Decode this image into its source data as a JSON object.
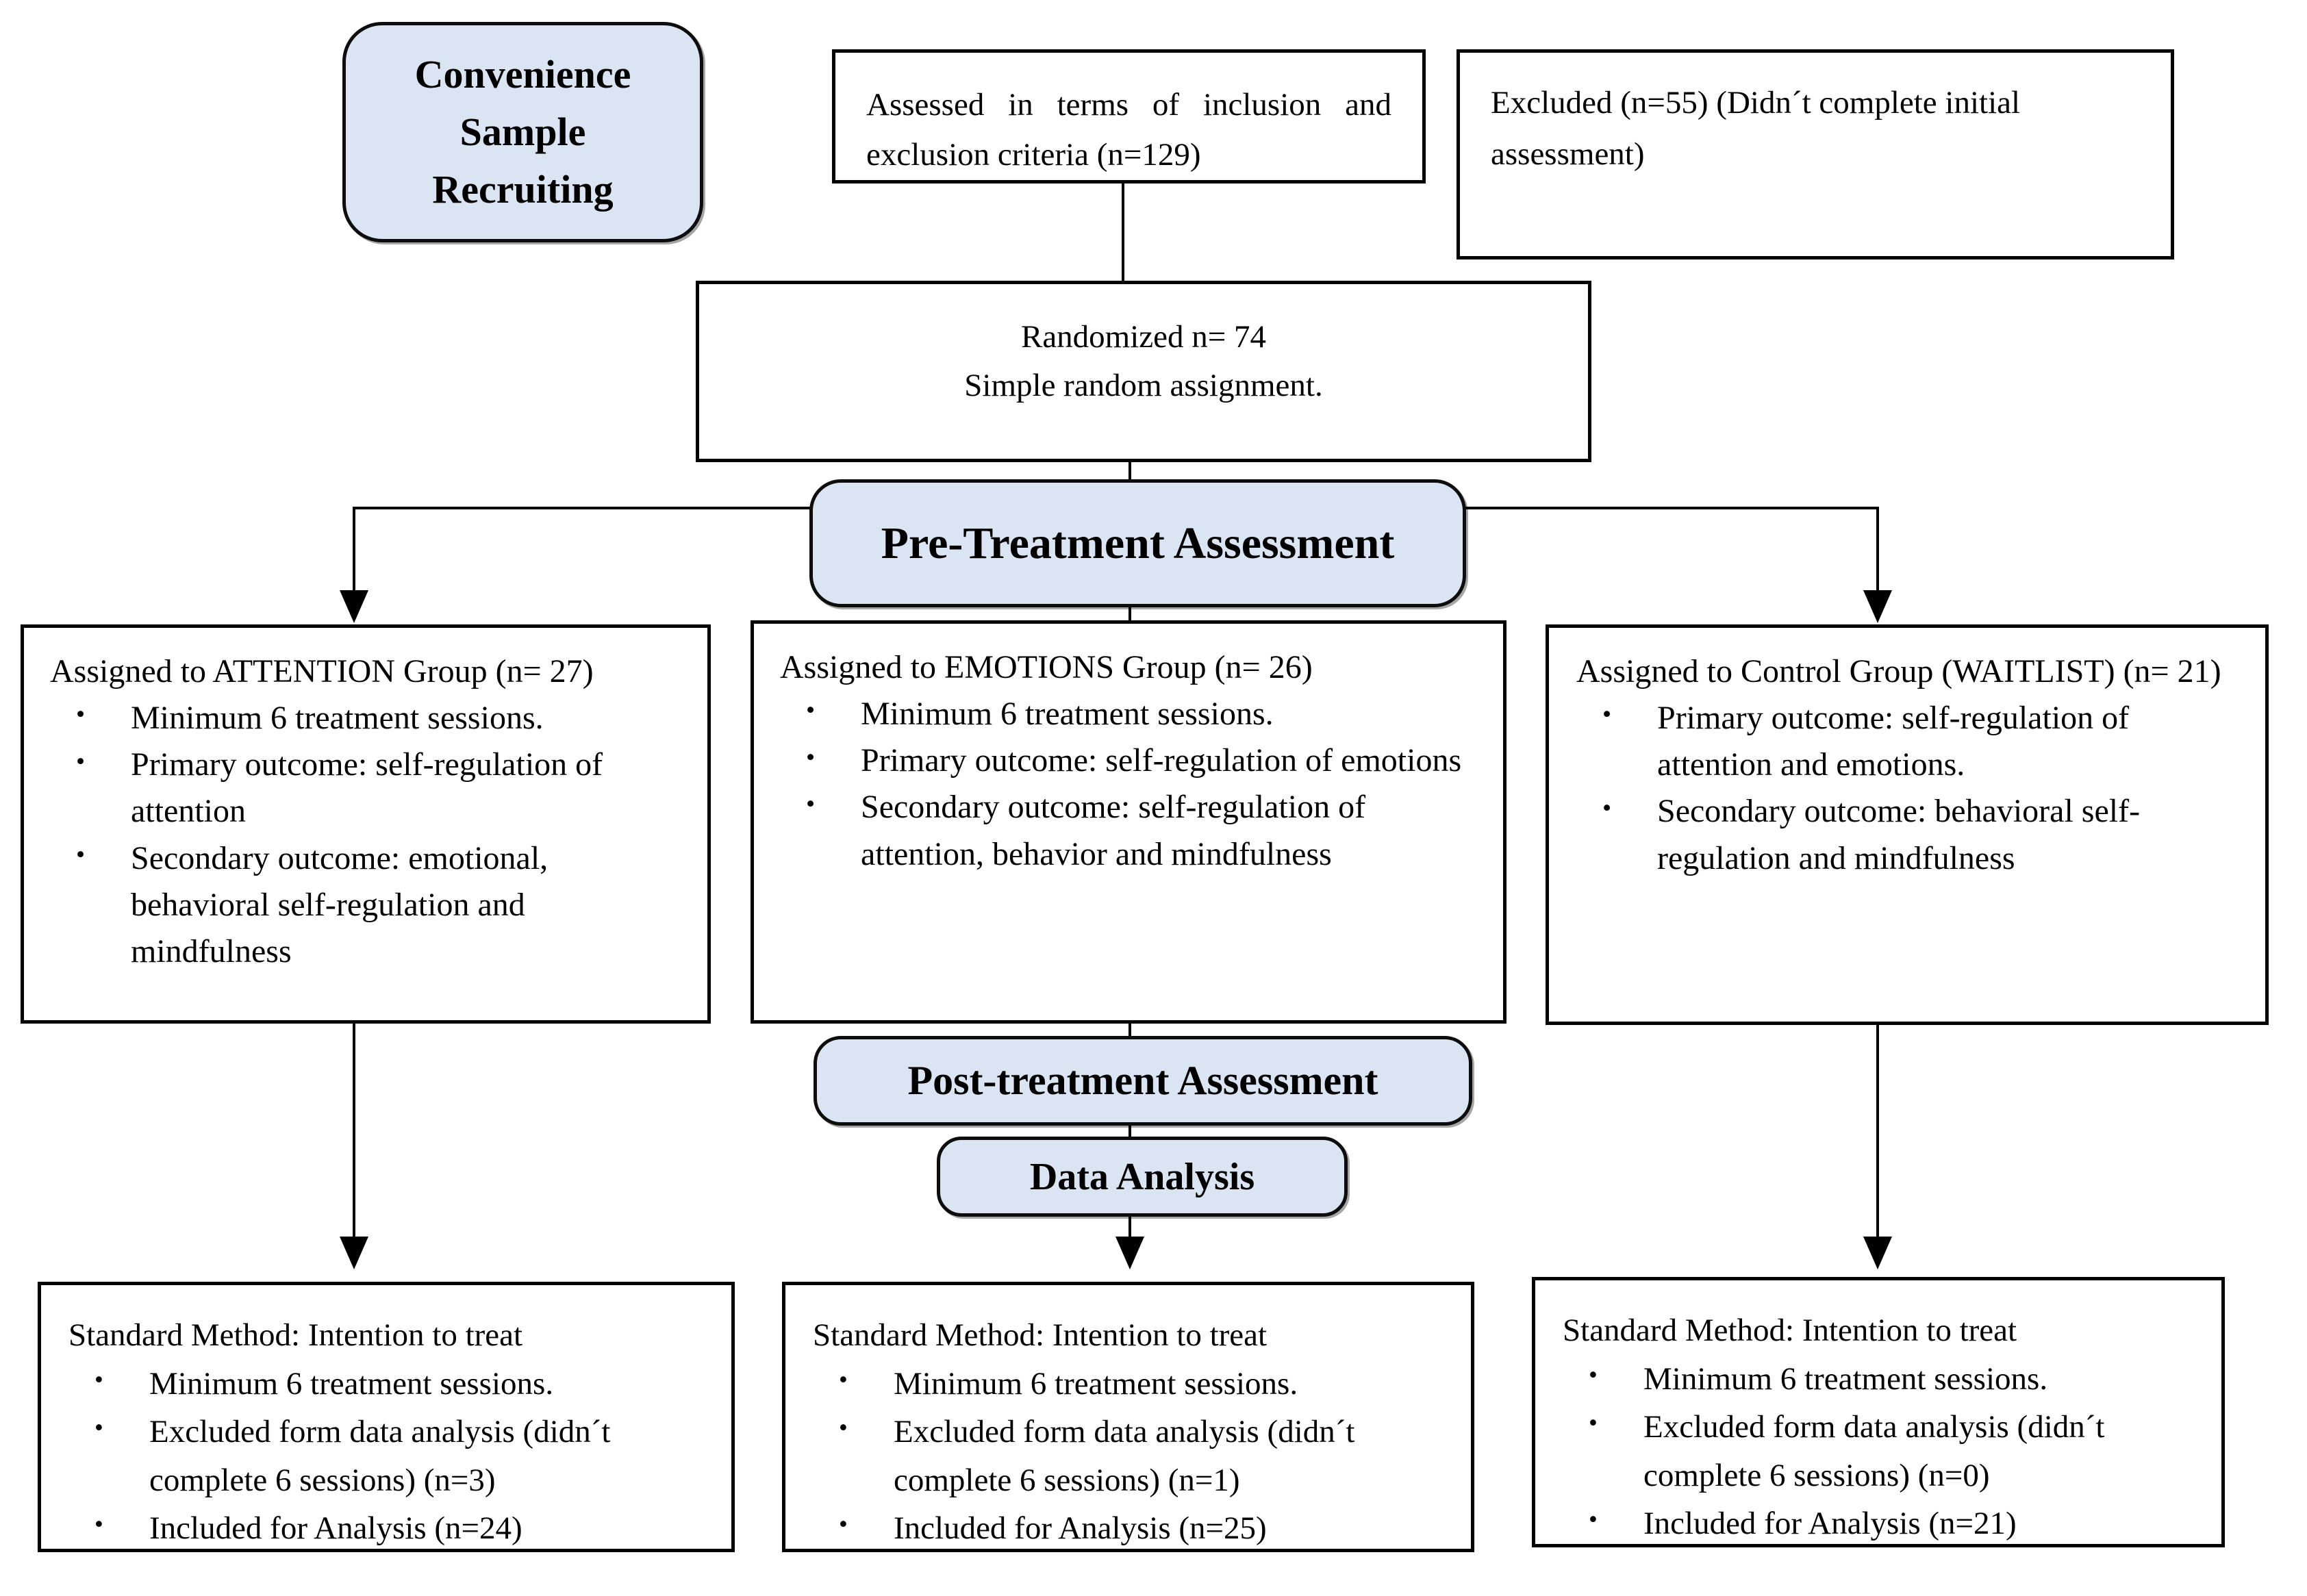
{
  "palette": {
    "background": "#ffffff",
    "accent_fill": "#dbe4f2",
    "border": "#000000",
    "line": "#000000"
  },
  "nodes": {
    "recruiting": {
      "label": "Convenience Sample Recruiting"
    },
    "assessed": {
      "text": "Assessed in terms of inclusion and exclusion criteria (n=129)"
    },
    "excluded": {
      "text": "Excluded  (n=55) (Didn´t complete initial assessment)"
    },
    "randomized": {
      "line1": "Randomized n= 74",
      "line2": "Simple random assignment."
    },
    "pre_treatment": {
      "label": "Pre-Treatment Assessment"
    },
    "attention_group": {
      "title": "Assigned to ATTENTION Group (n= 27)",
      "bullets": [
        "Minimum 6 treatment sessions.",
        "Primary outcome: self-regulation of attention",
        "Secondary outcome: emotional, behavioral self-regulation and mindfulness"
      ]
    },
    "emotions_group": {
      "title": "Assigned to EMOTIONS Group (n= 26)",
      "bullets": [
        "Minimum 6 treatment sessions.",
        "Primary outcome: self-regulation of emotions",
        "Secondary outcome: self-regulation of attention, behavior and mindfulness"
      ]
    },
    "waitlist_group": {
      "title": "Assigned to Control Group (WAITLIST) (n= 21)",
      "bullets": [
        "Primary outcome: self-regulation of attention and emotions.",
        "Secondary outcome: behavioral self-regulation and mindfulness"
      ]
    },
    "post_treatment": {
      "label": "Post-treatment Assessment"
    },
    "data_analysis": {
      "label": "Data Analysis"
    },
    "itt_attention": {
      "title": "Standard Method: Intention to treat",
      "bullets": [
        "Minimum 6 treatment sessions.",
        "Excluded form data analysis (didn´t complete 6 sessions) (n=3)",
        "Included for Analysis (n=24)"
      ]
    },
    "itt_emotions": {
      "title": "Standard Method: Intention to treat",
      "bullets": [
        "Minimum 6 treatment sessions.",
        "Excluded form data analysis (didn´t complete 6 sessions) (n=1)",
        "Included for Analysis (n=25)"
      ]
    },
    "itt_waitlist": {
      "title": "Standard Method: Intention to treat",
      "bullets": [
        "Minimum 6 treatment sessions.",
        "Excluded form data analysis (didn´t complete 6 sessions) (n=0)",
        "Included for Analysis (n=21)"
      ]
    }
  }
}
